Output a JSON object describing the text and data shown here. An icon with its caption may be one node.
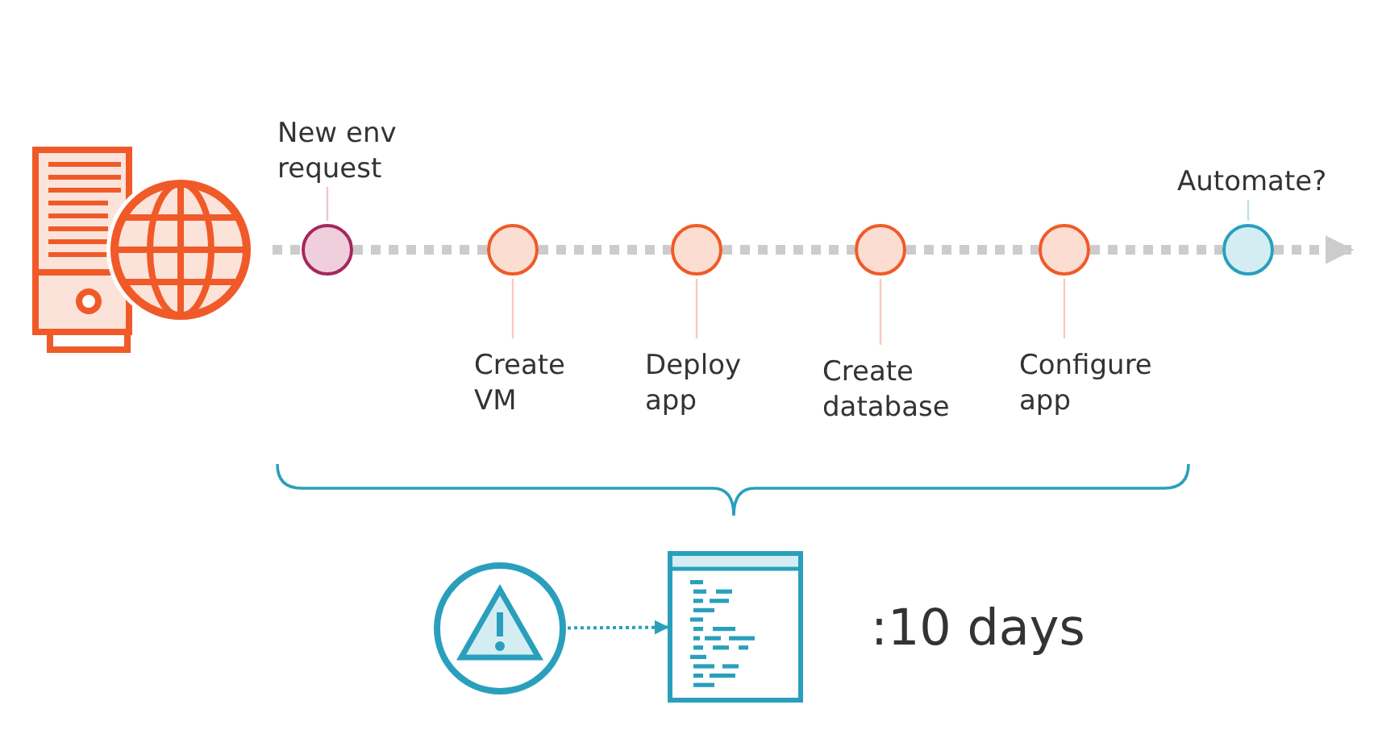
{
  "diagram": {
    "nodes": [
      {
        "text": [],
        "shape": "picture"
      },
      {
        "text": [],
        "shape": "circle",
        "beside": [
          "New env request"
        ]
      },
      {
        "text": [],
        "shape": "circle",
        "beside": [
          "Create VM"
        ]
      },
      {
        "text": [],
        "shape": "circle",
        "beside": [
          "Deploy app"
        ]
      },
      {
        "text": [],
        "shape": "circle",
        "beside": [
          "Create database"
        ]
      },
      {
        "text": [],
        "shape": "circle",
        "beside": [
          "Configure app"
        ]
      },
      {
        "text": [],
        "shape": "circle",
        "beside": [
          "Automate?"
        ]
      },
      {
        "text": [],
        "shape": "picture"
      },
      {
        "text": [],
        "shape": "picture"
      }
    ],
    "edges": [
      {
        "from": 0,
        "to": 1,
        "arrow": "none",
        "style": "dashed"
      },
      {
        "from": 1,
        "to": 2,
        "arrow": "none",
        "style": "dashed"
      },
      {
        "from": 2,
        "to": 3,
        "arrow": "none",
        "style": "dashed"
      },
      {
        "from": 3,
        "to": 4,
        "arrow": "none",
        "style": "dashed"
      },
      {
        "from": 4,
        "to": 5,
        "arrow": "none",
        "style": "dashed"
      },
      {
        "from": 5,
        "to": 6,
        "arrow": "none",
        "style": "dashed"
      },
      {
        "from": 6,
        "to": null,
        "arrow": "to",
        "style": "dashed"
      },
      {
        "from": 7,
        "to": 8,
        "arrow": "to",
        "style": "dashed",
        "color": "#2a9fbc"
      }
    ],
    "labels": [
      ":10 days"
    ]
  }
}
